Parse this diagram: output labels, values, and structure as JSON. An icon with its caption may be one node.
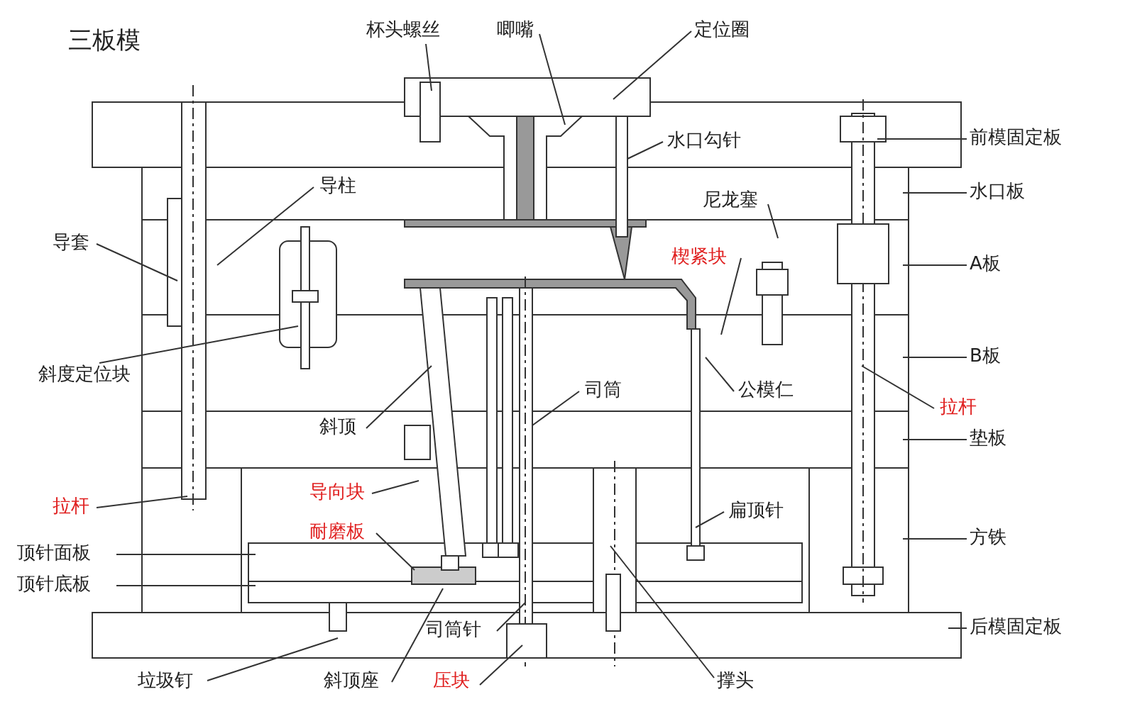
{
  "diagram": {
    "title": "三板模",
    "nodes": [
      {
        "text": [
          "杯头螺丝"
        ]
      },
      {
        "text": [
          "唧嘴"
        ]
      },
      {
        "text": [
          "定位圈"
        ]
      },
      {
        "text": [
          "水口勾针"
        ]
      },
      {
        "text": [
          "前模固定板"
        ]
      },
      {
        "text": [
          "水口板"
        ]
      },
      {
        "text": [
          "尼龙塞"
        ]
      },
      {
        "text": [
          "楔紧块"
        ]
      },
      {
        "text": [
          "A板"
        ]
      },
      {
        "text": [
          "导柱"
        ]
      },
      {
        "text": [
          "导套"
        ]
      },
      {
        "text": [
          "斜度定位块"
        ]
      },
      {
        "text": [
          "B板"
        ]
      },
      {
        "text": [
          "公模仁"
        ]
      },
      {
        "text": [
          "司筒"
        ]
      },
      {
        "text": [
          "斜顶"
        ]
      },
      {
        "text": [
          "拉杆"
        ]
      },
      {
        "text": [
          "垫板"
        ]
      },
      {
        "text": [
          "导向块"
        ]
      },
      {
        "text": [
          "扁顶针"
        ]
      },
      {
        "text": [
          "拉杆"
        ]
      },
      {
        "text": [
          "耐磨板"
        ]
      },
      {
        "text": [
          "方铁"
        ]
      },
      {
        "text": [
          "顶针面板"
        ]
      },
      {
        "text": [
          "顶针底板"
        ]
      },
      {
        "text": [
          "后模固定板"
        ]
      },
      {
        "text": [
          "司筒针"
        ]
      },
      {
        "text": [
          "垃圾钉"
        ]
      },
      {
        "text": [
          "斜顶座"
        ]
      },
      {
        "text": [
          "压块"
        ]
      },
      {
        "text": [
          "撑头"
        ]
      }
    ],
    "edges": [
      {
        "from": 0,
        "to": null,
        "arrow": "none"
      },
      {
        "from": 1,
        "to": null,
        "arrow": "none"
      },
      {
        "from": 2,
        "to": null,
        "arrow": "none"
      },
      {
        "from": 3,
        "to": null,
        "arrow": "none"
      },
      {
        "from": 4,
        "to": null,
        "arrow": "none"
      },
      {
        "from": 5,
        "to": null,
        "arrow": "none"
      },
      {
        "from": 6,
        "to": null,
        "arrow": "none"
      },
      {
        "from": 7,
        "to": null,
        "arrow": "none"
      },
      {
        "from": 8,
        "to": null,
        "arrow": "none"
      },
      {
        "from": 9,
        "to": null,
        "arrow": "none"
      },
      {
        "from": 10,
        "to": null,
        "arrow": "none"
      },
      {
        "from": 11,
        "to": null,
        "arrow": "none"
      },
      {
        "from": 12,
        "to": null,
        "arrow": "none"
      },
      {
        "from": 13,
        "to": null,
        "arrow": "none"
      },
      {
        "from": 14,
        "to": null,
        "arrow": "none"
      },
      {
        "from": 15,
        "to": null,
        "arrow": "none"
      },
      {
        "from": 16,
        "to": null,
        "arrow": "none"
      },
      {
        "from": 17,
        "to": null,
        "arrow": "none"
      },
      {
        "from": 18,
        "to": null,
        "arrow": "none"
      },
      {
        "from": 19,
        "to": null,
        "arrow": "none"
      },
      {
        "from": 20,
        "to": null,
        "arrow": "none"
      },
      {
        "from": 21,
        "to": null,
        "arrow": "none"
      },
      {
        "from": 22,
        "to": null,
        "arrow": "none"
      },
      {
        "from": 23,
        "to": null,
        "arrow": "none"
      },
      {
        "from": 24,
        "to": null,
        "arrow": "none"
      },
      {
        "from": 25,
        "to": null,
        "arrow": "none"
      },
      {
        "from": 26,
        "to": null,
        "arrow": "none"
      },
      {
        "from": 27,
        "to": null,
        "arrow": "none"
      },
      {
        "from": 28,
        "to": null,
        "arrow": "none"
      },
      {
        "from": 29,
        "to": null,
        "arrow": "none"
      },
      {
        "from": 30,
        "to": null,
        "arrow": "none"
      }
    ]
  }
}
